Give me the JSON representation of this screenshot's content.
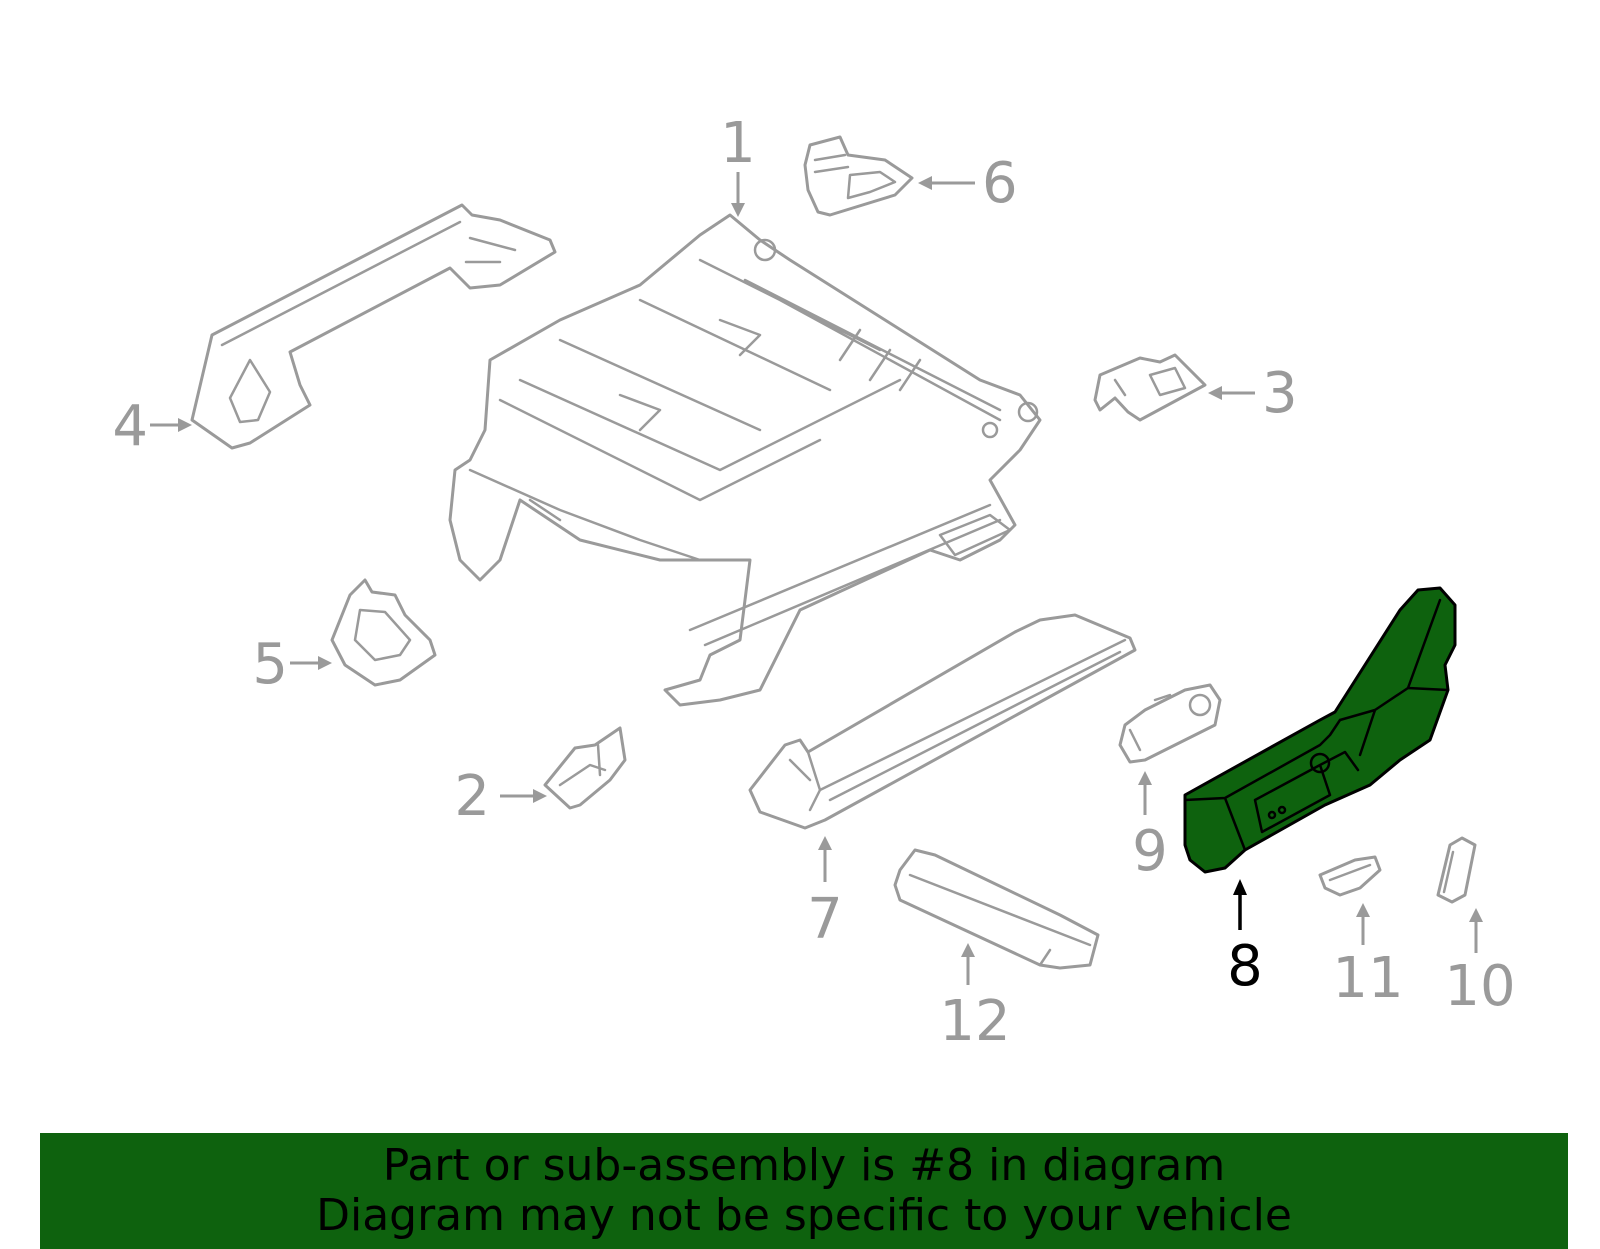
{
  "diagram": {
    "callouts": {
      "c1": "1",
      "c2": "2",
      "c3": "3",
      "c4": "4",
      "c5": "5",
      "c6": "6",
      "c7": "7",
      "c8": "8",
      "c9": "9",
      "c10": "10",
      "c11": "11",
      "c12": "12"
    },
    "highlighted_part": "8",
    "colors": {
      "highlight": "#0e620e",
      "line": "#9a9a9a"
    }
  },
  "banner": {
    "line1": "Part or sub-assembly is #8 in diagram",
    "line2": "Diagram may not be specific to your vehicle"
  }
}
